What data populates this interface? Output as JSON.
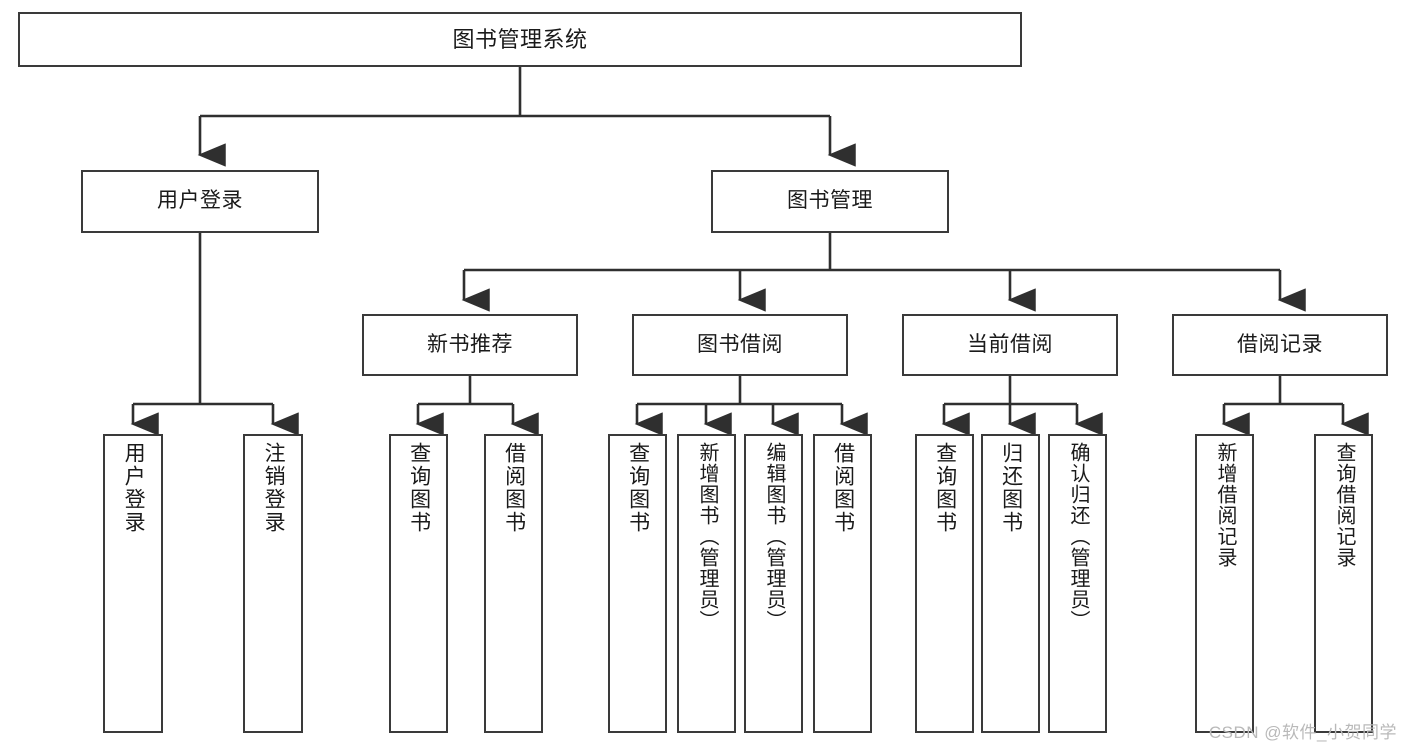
{
  "diagram": {
    "title": "图书管理系统",
    "type": "tree-hierarchy",
    "watermark": "CSDN @软件_小贺同学",
    "colors": {
      "box_border": "#3a3a3a",
      "box_fill": "#ffffff",
      "connector": "#2f2f2f",
      "text": "#1a1a1a",
      "watermark": "#b9b9b9"
    },
    "nodes": {
      "root": {
        "label": "图书管理系统"
      },
      "level2": [
        {
          "id": "user-login",
          "label": "用户登录"
        },
        {
          "id": "book-management",
          "label": "图书管理"
        }
      ],
      "level3": [
        {
          "id": "new-book-recommend",
          "label": "新书推荐"
        },
        {
          "id": "book-borrow",
          "label": "图书借阅"
        },
        {
          "id": "current-borrow",
          "label": "当前借阅"
        },
        {
          "id": "borrow-record",
          "label": "借阅记录"
        }
      ],
      "leaves": {
        "user-login": [
          {
            "id": "leaf-user-login",
            "label": "用户登录"
          },
          {
            "id": "leaf-logout-login",
            "label": "注销登录"
          }
        ],
        "new-book-recommend": [
          {
            "id": "leaf-query-book-1",
            "label": "查询图书"
          },
          {
            "id": "leaf-borrow-book-1",
            "label": "借阅图书"
          }
        ],
        "book-borrow": [
          {
            "id": "leaf-query-book-2",
            "label": "查询图书"
          },
          {
            "id": "leaf-add-book",
            "label": "新增图书（管理员）"
          },
          {
            "id": "leaf-edit-book",
            "label": "编辑图书（管理员）"
          },
          {
            "id": "leaf-borrow-book-2",
            "label": "借阅图书"
          }
        ],
        "current-borrow": [
          {
            "id": "leaf-query-book-3",
            "label": "查询图书"
          },
          {
            "id": "leaf-return-book",
            "label": "归还图书"
          },
          {
            "id": "leaf-confirm-return",
            "label": "确认归还（管理员）"
          }
        ],
        "borrow-record": [
          {
            "id": "leaf-add-record",
            "label": "新增借阅记录"
          },
          {
            "id": "leaf-query-record",
            "label": "查询借阅记录"
          }
        ]
      }
    }
  }
}
